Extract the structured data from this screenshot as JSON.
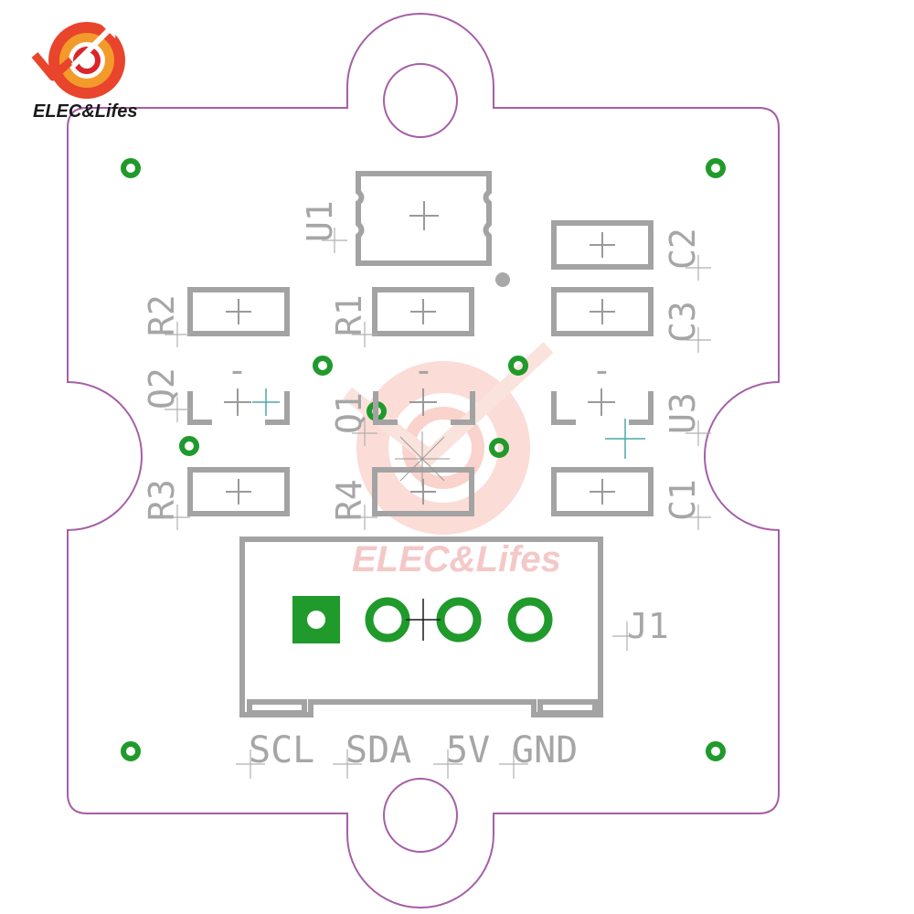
{
  "brand": {
    "logo_text": "ELEC&Lifes",
    "watermark_text": "ELEC&Lifes",
    "logo_colors": [
      "#e8452c",
      "#f39b2a",
      "#d9262a"
    ]
  },
  "colors": {
    "board_outline": "#a55fa5",
    "silkscreen": "#a3a3a3",
    "copper": "#1f9a2b"
  },
  "components": {
    "U1": "U1",
    "C2": "C2",
    "C3": "C3",
    "R1": "R1",
    "R2": "R2",
    "Q1": "Q1",
    "Q2": "Q2",
    "U3": "U3",
    "R3": "R3",
    "R4": "R4",
    "C1": "C1",
    "J1": "J1"
  },
  "connector_pins": {
    "scl": "SCL",
    "sda": "SDA",
    "v5": "5V",
    "gnd": "GND"
  },
  "transistor_marks": {
    "q2_minus": "-",
    "q1_minus": "-",
    "u3_minus": "-"
  }
}
